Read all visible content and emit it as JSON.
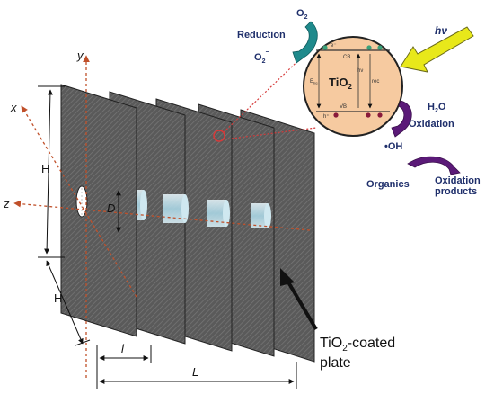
{
  "axes": {
    "x": "x",
    "y": "y",
    "z": "z"
  },
  "dimensions": {
    "H_upper": "H",
    "H_lower": "H",
    "D": "D",
    "l": "l",
    "L": "L"
  },
  "plate_label": {
    "line1": "TiO",
    "line1_sub": "2",
    "line1_rest": "-coated",
    "line2": "plate"
  },
  "photocatalysis": {
    "light": "hν",
    "particle": "TiO",
    "particle_sub": "2",
    "cb": "CB",
    "vb": "VB",
    "eg": "E",
    "eg_sub": "bg",
    "hv_inner": "hν",
    "rec": "rec",
    "electron": "e⁻",
    "hole": "h⁺",
    "reduction": "Reduction",
    "o2": "O",
    "o2_sub": "2",
    "o2_radical": "O",
    "o2_radical_sub": "2",
    "o2_radical_sup": "⁻",
    "h2o": "H",
    "h2o_sub": "2",
    "h2o_rest": "O",
    "oxidation": "Oxidation",
    "oh_radical": "•OH",
    "organics": "Organics",
    "oxidation_products_line1": "Oxidation",
    "oxidation_products_line2": "products"
  },
  "colors": {
    "plate": "#555555",
    "plate_edge": "#222222",
    "particle_fill": "#f6caa0",
    "arrow_teal": "#1f8a8c",
    "arrow_purple": "#5b1a78",
    "light_arrow": "#e8e81a",
    "axis": "#c0502a",
    "magnifier": "#d63a3a",
    "label_navy": "#1f2f6b"
  }
}
